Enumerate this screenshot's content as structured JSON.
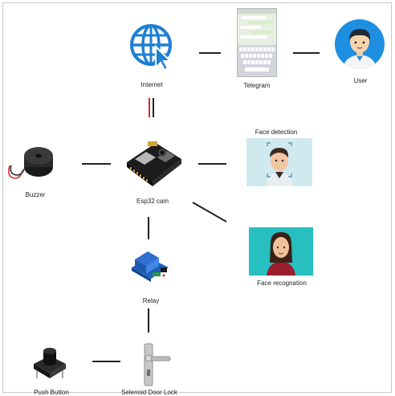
{
  "labels": {
    "internet": "Internet",
    "telegram": "Telegram",
    "user": "User",
    "face_detection": "Face detection",
    "buzzer": "Buzzer",
    "esp32": "Esp32 cam",
    "face_recognition": "Face recognation",
    "relay": "Relay",
    "push_button": "Push Button",
    "door_lock": "Selenoid Door Lock"
  },
  "colors": {
    "internet_blue": "#1f7fd3",
    "user_circle": "#1e8ee0",
    "face_detection_bg": "#cfe9ef",
    "face_recognition_bg": "#27bfc0",
    "relay_blue": "#2f6fd0",
    "wire_link": "#d12a2a",
    "connector": "#222222"
  }
}
